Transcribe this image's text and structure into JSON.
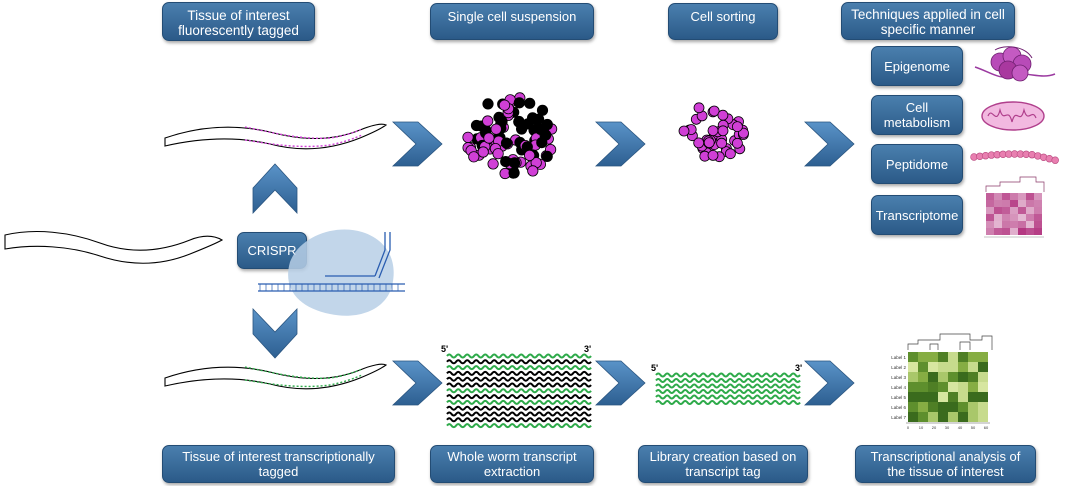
{
  "top_steps": [
    "Tissue of interest fluorescently tagged",
    "Single cell suspension",
    "Cell sorting",
    "Techniques applied in cell specific manner"
  ],
  "techniques": [
    "Epigenome",
    "Cell metabolism",
    "Peptidome",
    "Transcriptome"
  ],
  "crispr_label": "CRISPR",
  "bottom_steps": [
    "Tissue of interest transcriptionally tagged",
    "Whole worm transcript extraction",
    "Library creation based on transcript tag",
    "Transcriptional analysis of the tissue of interest"
  ],
  "strand_labels": {
    "five_prime": "5'",
    "three_prime": "3'"
  },
  "colors": {
    "box": "#3a6d9c",
    "arrow": "#3f7bb5",
    "magenta": "#d03fd6",
    "black_cell": "#000000",
    "green": "#2eaa4a",
    "crispr_blob": "#b7cfe6",
    "heatmap_green_dark": "#3a6b1d",
    "heatmap_green_light": "#d7e6a0",
    "heatmap_magenta": "#b2347f"
  },
  "heatmap_row_labels": [
    "Label 1",
    "Label 2",
    "Label 3",
    "Label 4",
    "Label 5",
    "Label 6",
    "Label 7"
  ],
  "heatmap_axis_ticks": [
    "0",
    "10",
    "20",
    "30",
    "40",
    "50",
    "60"
  ]
}
